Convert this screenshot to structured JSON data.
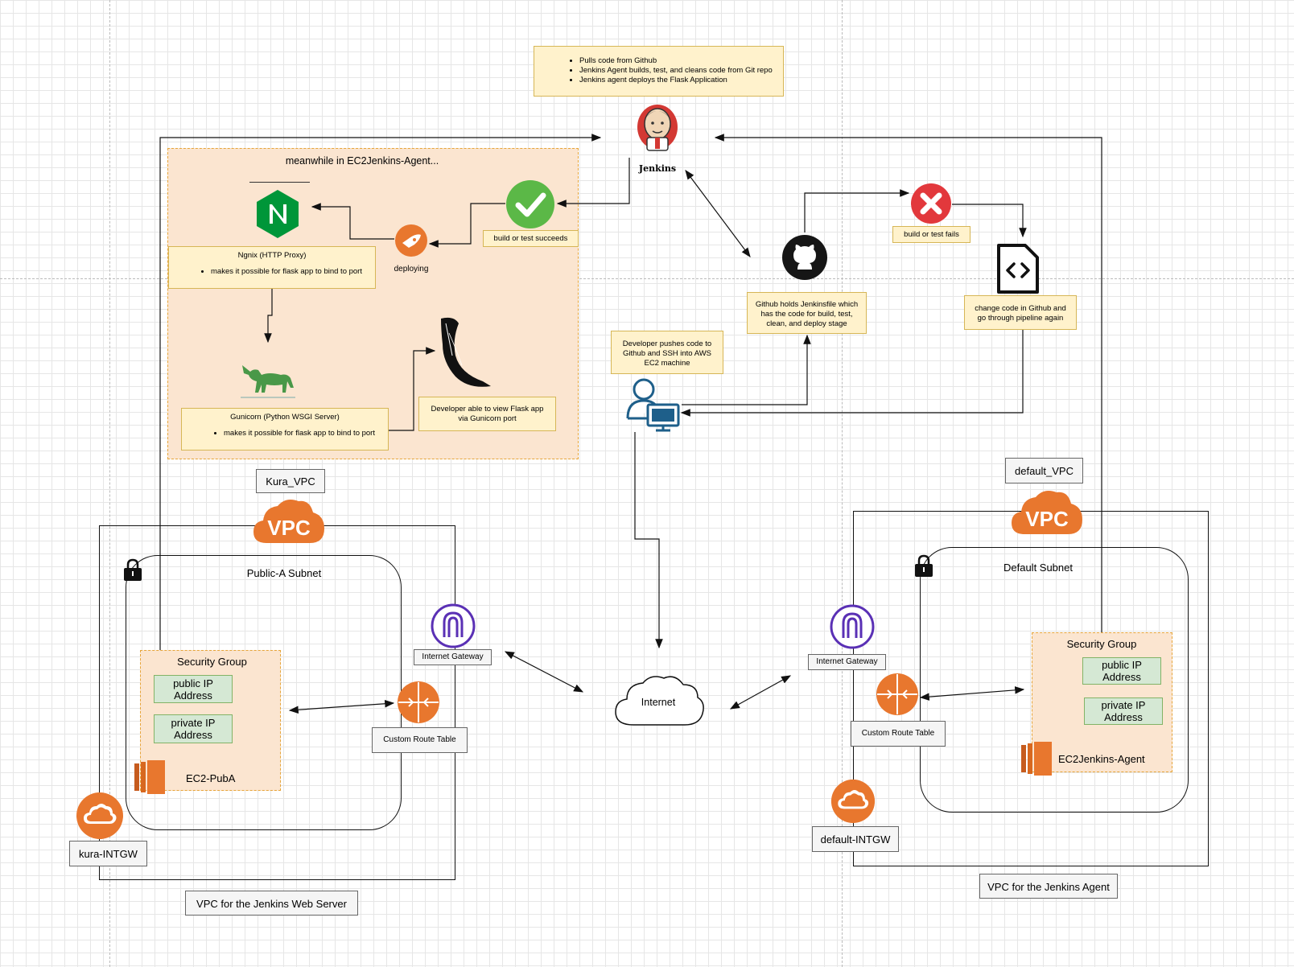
{
  "top_note": {
    "items": [
      "Pulls code from Github",
      "Jenkins Agent builds, test, and cleans code from Git repo",
      "Jenkins agent deploys the Flask Application"
    ]
  },
  "jenkins": {
    "label": "Jenkins"
  },
  "agent_panel": {
    "title": "meanwhile in EC2Jenkins-Agent...",
    "success_label": "build or test succeeds",
    "deploying_label": "deploying",
    "nginx": {
      "title": "Ngnix (HTTP Proxy)",
      "bullet": "makes it possible for flask app to bind to port"
    },
    "gunicorn": {
      "title": "Gunicorn (Python WSGI Server)",
      "bullet": "makes it possible for flask app to bind to port"
    },
    "flask_note": "Developer able to view Flask app via Gunicorn port"
  },
  "fail_label": "build or test fails",
  "github_note": "Github holds Jenkinsfile which has the code for build, test, clean, and deploy stage",
  "change_note": "change code in Github and go through pipeline again",
  "developer_note": "Developer pushes code to Github and SSH into AWS EC2 machine",
  "internet_label": "Internet",
  "left_vpc": {
    "name": "Kura_VPC",
    "vpc_icon_text": "VPC",
    "subnet_title": "Public-A Subnet",
    "sg_title": "Security Group",
    "public_ip": "public IP Address",
    "private_ip": "private IP Address",
    "ec2_name": "EC2-PubA",
    "igw_label": "Internet Gateway",
    "route_table_label": "Custom Route Table",
    "intgw_label": "kura-INTGW",
    "caption": "VPC for the Jenkins Web Server"
  },
  "right_vpc": {
    "name": "default_VPC",
    "vpc_icon_text": "VPC",
    "subnet_title": "Default Subnet",
    "sg_title": "Security Group",
    "public_ip": "public IP Address",
    "private_ip": "private IP Address",
    "ec2_name": "EC2Jenkins-Agent",
    "igw_label": "Internet Gateway",
    "route_table_label": "Custom Route Table",
    "intgw_label": "default-INTGW",
    "caption": "VPC for the Jenkins Agent"
  },
  "colors": {
    "aws_orange": "#e8772e",
    "igw_purple": "#5a30b5",
    "success_green": "#5bb847",
    "fail_red": "#e2383c",
    "nginx_green": "#009639",
    "developer_blue": "#1e5f8a",
    "note_fill": "#fff2cc",
    "panel_fill": "#fbe5d0"
  },
  "icons": [
    "jenkins-icon",
    "nginx-icon",
    "deploy-rocket-icon",
    "success-check-icon",
    "fail-x-icon",
    "github-icon",
    "code-file-icon",
    "developer-icon",
    "gunicorn-unicorn-icon",
    "flask-horn-icon",
    "vpc-cloud-icon",
    "lock-icon",
    "internet-gateway-icon",
    "route-table-icon",
    "internet-cloud-icon",
    "ec2-icon",
    "intgw-cloud-icon"
  ]
}
